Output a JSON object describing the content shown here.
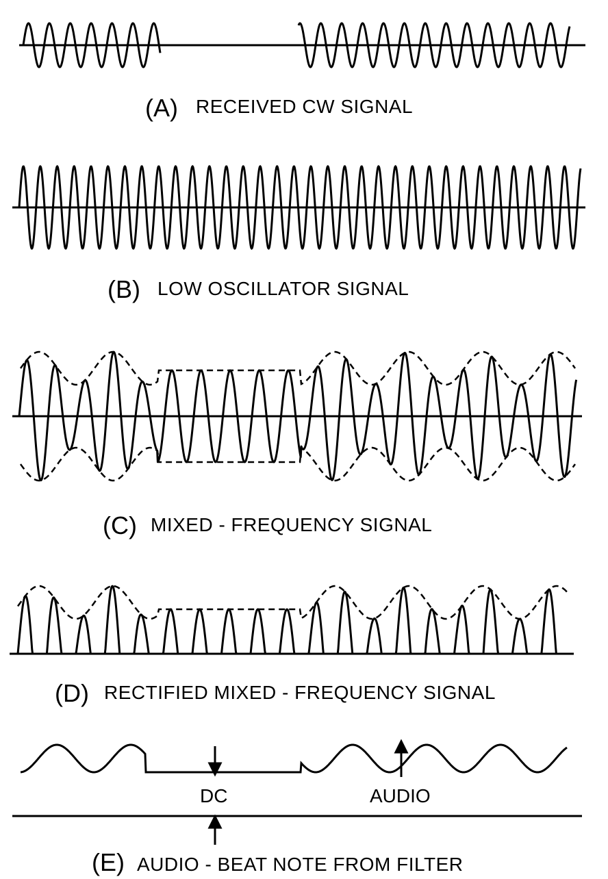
{
  "panels": {
    "a": {
      "letter": "(A)",
      "caption": "RECEIVED CW SIGNAL"
    },
    "b": {
      "letter": "(B)",
      "caption": "LOW OSCILLATOR SIGNAL"
    },
    "c": {
      "letter": "(C)",
      "caption": "MIXED - FREQUENCY SIGNAL"
    },
    "d": {
      "letter": "(D)",
      "caption": "RECTIFIED MIXED - FREQUENCY SIGNAL"
    },
    "e": {
      "letter": "(E)",
      "caption": "AUDIO - BEAT NOTE FROM FILTER",
      "dc_label": "DC",
      "audio_label": "AUDIO"
    }
  },
  "colors": {
    "ink": "#000000",
    "background": "#ffffff"
  }
}
